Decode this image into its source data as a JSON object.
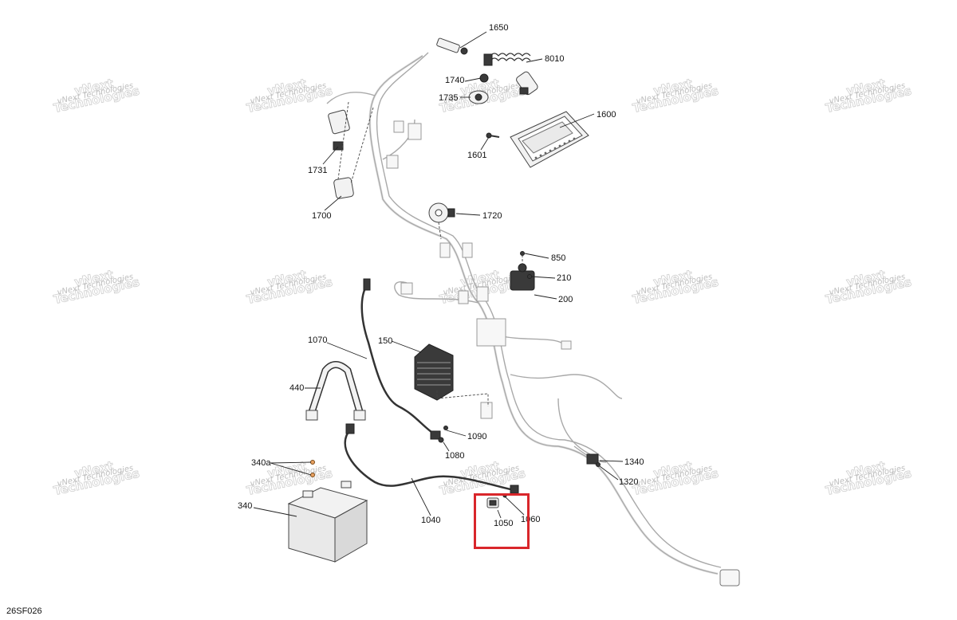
{
  "diagram": {
    "ref_code": "26SF026",
    "watermark": {
      "line1": "vNext",
      "line2": "Technologies",
      "full": "vNext Technologies"
    },
    "callouts": [
      {
        "id": "1650",
        "label": "1650"
      },
      {
        "id": "8010",
        "label": "8010"
      },
      {
        "id": "1740",
        "label": "1740"
      },
      {
        "id": "1735",
        "label": "1735"
      },
      {
        "id": "1600",
        "label": "1600"
      },
      {
        "id": "1601",
        "label": "1601"
      },
      {
        "id": "1731",
        "label": "1731"
      },
      {
        "id": "1700",
        "label": "1700"
      },
      {
        "id": "1720",
        "label": "1720"
      },
      {
        "id": "850",
        "label": "850"
      },
      {
        "id": "210",
        "label": "210"
      },
      {
        "id": "200",
        "label": "200"
      },
      {
        "id": "1070",
        "label": "1070"
      },
      {
        "id": "150",
        "label": "150"
      },
      {
        "id": "440",
        "label": "440"
      },
      {
        "id": "1090",
        "label": "1090"
      },
      {
        "id": "1080",
        "label": "1080"
      },
      {
        "id": "1340",
        "label": "1340"
      },
      {
        "id": "1320",
        "label": "1320"
      },
      {
        "id": "340a",
        "label": "340a"
      },
      {
        "id": "340",
        "label": "340"
      },
      {
        "id": "1040",
        "label": "1040"
      },
      {
        "id": "1050",
        "label": "1050"
      },
      {
        "id": "1060",
        "label": "1060"
      }
    ],
    "highlight": {
      "target": "1050",
      "color": "#d9262b"
    }
  }
}
